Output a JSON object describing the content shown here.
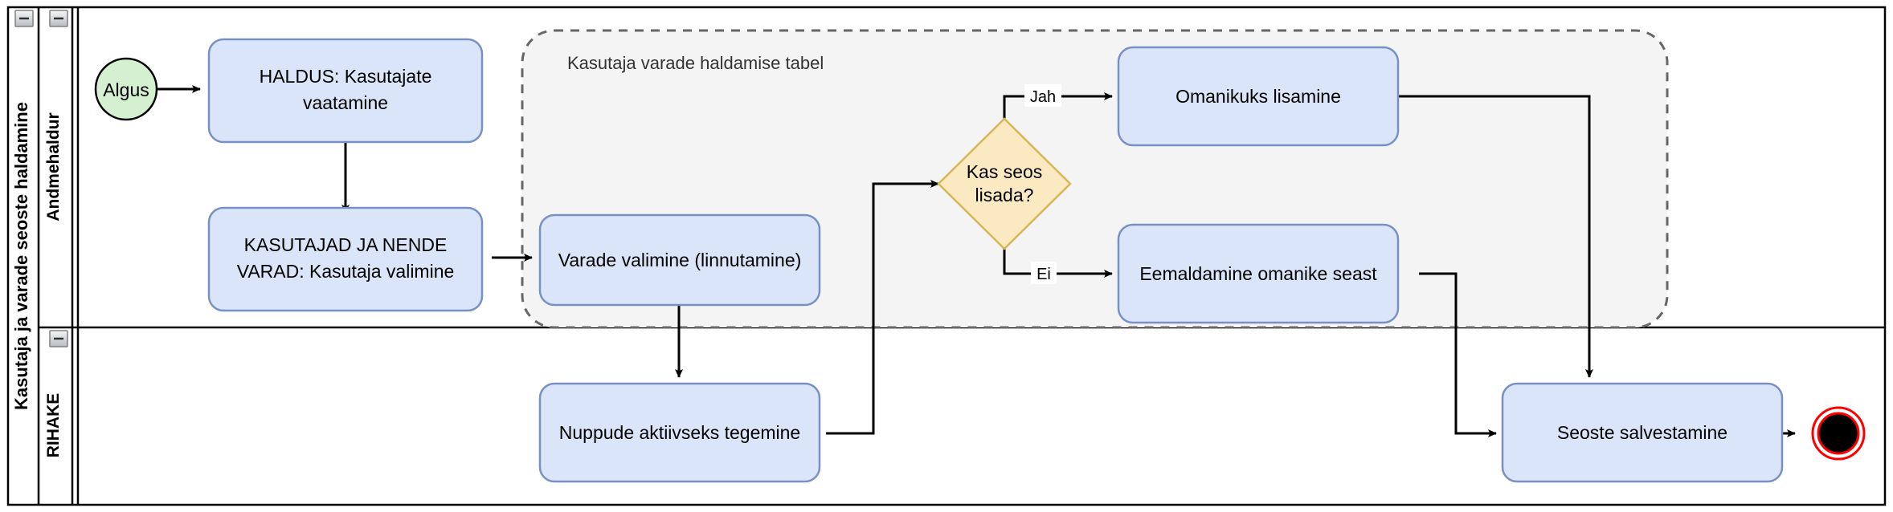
{
  "diagram": {
    "type": "bpmn-flowchart",
    "pool": {
      "title": "Kasutaja ja varade seoste haldamine",
      "collapse_icon": "minus-icon"
    },
    "lanes": [
      {
        "id": "lane-andmehaldur",
        "title": "Andmehaldur",
        "collapse_icon": "minus-icon"
      },
      {
        "id": "lane-rihake",
        "title": "RIHAKE",
        "collapse_icon": "minus-icon"
      }
    ],
    "group": {
      "label": "Kasutaja varade haldamise tabel",
      "style": "dashed-rounded",
      "fill": "#f4f4f4",
      "stroke": "#666666"
    },
    "nodes": [
      {
        "id": "start",
        "kind": "start-event",
        "label": "Algus",
        "lane": "lane-andmehaldur",
        "fill": "#d5f0d0",
        "stroke": "#000000"
      },
      {
        "id": "haldus",
        "kind": "task",
        "label": "HALDUS: Kasutajate vaatamine",
        "lane": "lane-andmehaldur",
        "fill": "#dbe5f9",
        "stroke": "#7891c4"
      },
      {
        "id": "kasutajad",
        "kind": "task",
        "label": "KASUTAJAD JA NENDE VARAD: Kasutaja valimine",
        "lane": "lane-andmehaldur",
        "fill": "#dbe5f9",
        "stroke": "#7891c4"
      },
      {
        "id": "varade",
        "kind": "task",
        "label": "Varade valimine (linnutamine)",
        "lane": "lane-andmehaldur",
        "fill": "#dbe5f9",
        "stroke": "#7891c4"
      },
      {
        "id": "gateway",
        "kind": "decision",
        "label": "Kas seos lisada?",
        "lane": "lane-andmehaldur",
        "fill": "#fbeac1",
        "stroke": "#d6b656"
      },
      {
        "id": "omanikuks",
        "kind": "task",
        "label": "Omanikuks lisamine",
        "lane": "lane-andmehaldur",
        "fill": "#dbe5f9",
        "stroke": "#7891c4"
      },
      {
        "id": "eemaldamine",
        "kind": "task",
        "label": "Eemaldamine omanike seast",
        "lane": "lane-andmehaldur",
        "fill": "#dbe5f9",
        "stroke": "#7891c4"
      },
      {
        "id": "nuppude",
        "kind": "task",
        "label": "Nuppude aktiivseks tegemine",
        "lane": "lane-rihake",
        "fill": "#dbe5f9",
        "stroke": "#7891c4"
      },
      {
        "id": "seoste",
        "kind": "task",
        "label": "Seoste salvestamine",
        "lane": "lane-rihake",
        "fill": "#dbe5f9",
        "stroke": "#7891c4"
      },
      {
        "id": "end",
        "kind": "end-event",
        "label": "",
        "lane": "lane-rihake",
        "fill": "#000000",
        "stroke": "#ff0000"
      }
    ],
    "edges": [
      {
        "from": "start",
        "to": "haldus",
        "label": ""
      },
      {
        "from": "haldus",
        "to": "kasutajad",
        "label": ""
      },
      {
        "from": "kasutajad",
        "to": "varade",
        "label": ""
      },
      {
        "from": "varade",
        "to": "nuppude",
        "label": ""
      },
      {
        "from": "nuppude",
        "to": "gateway",
        "label": ""
      },
      {
        "from": "gateway",
        "to": "omanikuks",
        "label": "Jah"
      },
      {
        "from": "gateway",
        "to": "eemaldamine",
        "label": "Ei"
      },
      {
        "from": "omanikuks",
        "to": "seoste",
        "label": ""
      },
      {
        "from": "eemaldamine",
        "to": "seoste",
        "label": ""
      },
      {
        "from": "seoste",
        "to": "end",
        "label": ""
      }
    ],
    "colors": {
      "task_fill": "#dbe5f9",
      "task_stroke": "#7891c4",
      "decision_fill": "#fbeac1",
      "decision_stroke": "#d6b656",
      "start_fill": "#d5f0d0",
      "end_fill": "#000000",
      "end_stroke": "#ff0000",
      "group_fill": "#f4f4f4",
      "line": "#000000"
    }
  }
}
